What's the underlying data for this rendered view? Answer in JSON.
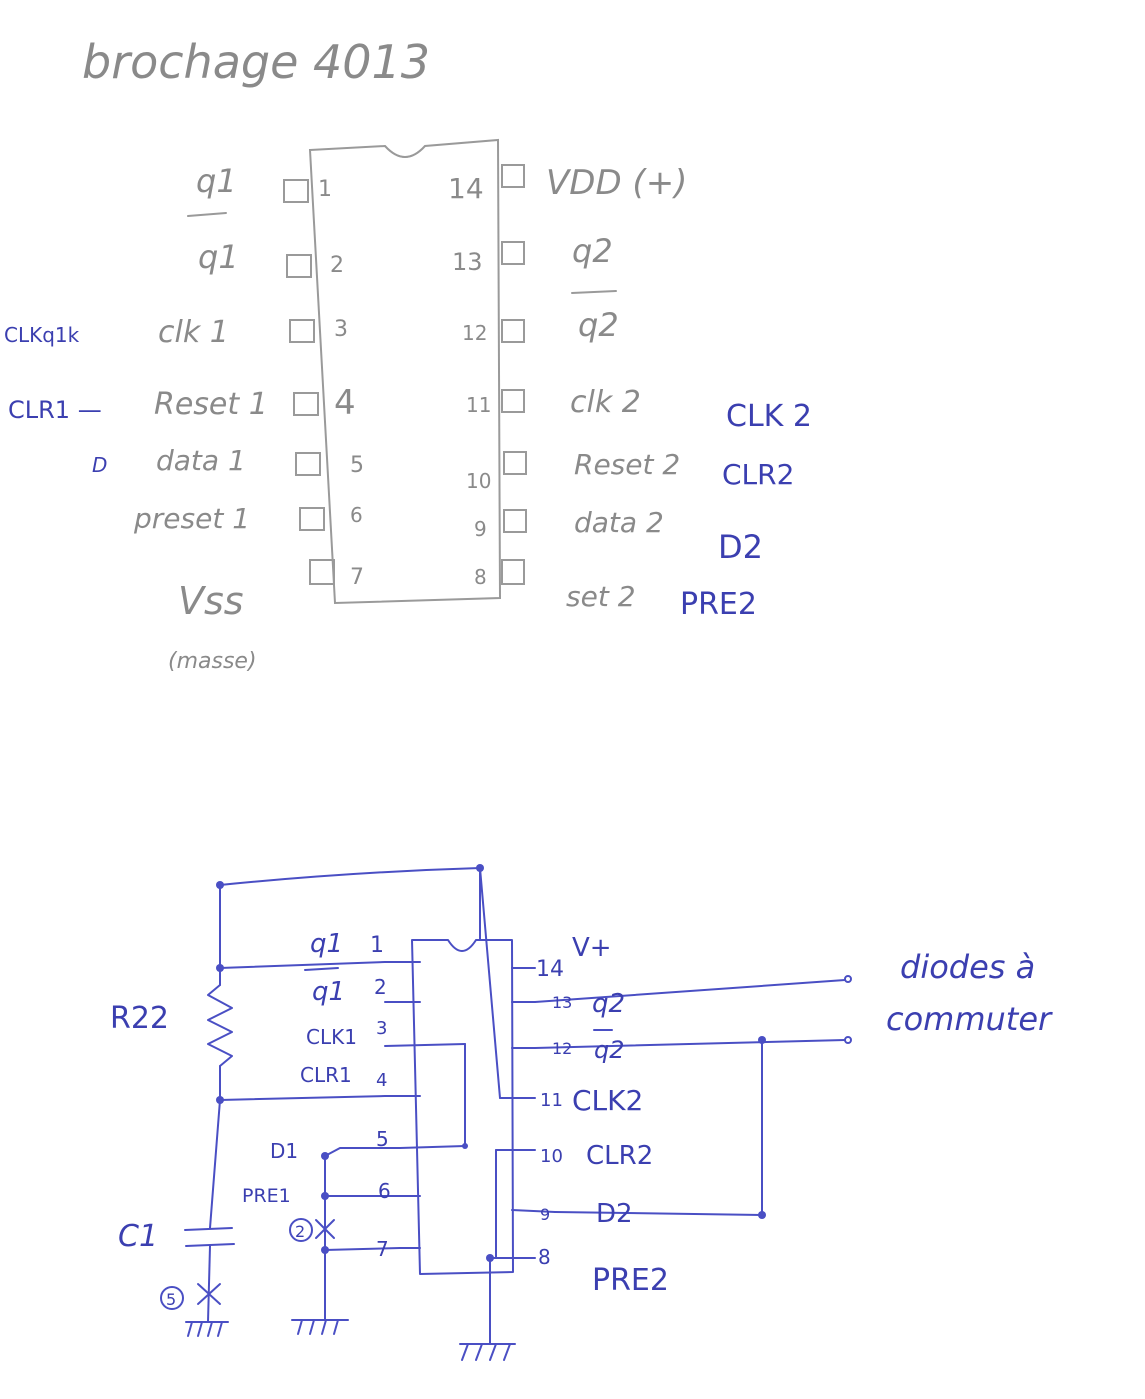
{
  "title": "brochage 4013",
  "pinout": {
    "left_pins": [
      {
        "num": "1",
        "name": "q1"
      },
      {
        "num": "2",
        "name": "q1"
      },
      {
        "num": "3",
        "name": "clk 1"
      },
      {
        "num": "4",
        "name": "Reset 1"
      },
      {
        "num": "5",
        "name": "data 1"
      },
      {
        "num": "6",
        "name": "preset 1"
      },
      {
        "num": "7",
        "name": ""
      }
    ],
    "right_pins": [
      {
        "num": "14",
        "name": "VDD (+)"
      },
      {
        "num": "13",
        "name": "q2"
      },
      {
        "num": "12",
        "name": "q2"
      },
      {
        "num": "11",
        "name": "clk 2"
      },
      {
        "num": "10",
        "name": "Reset 2"
      },
      {
        "num": "9",
        "name": "data 2"
      },
      {
        "num": "8",
        "name": "set 2"
      }
    ],
    "left_notes": [
      "CLKq1k",
      "CLR1 —",
      "D"
    ],
    "right_notes": [
      "CLK 2",
      "CLR2",
      "D2",
      "PRE2"
    ],
    "vss": "Vss",
    "vss_note": "(masse)"
  },
  "schematic": {
    "left_pins": [
      {
        "num": "1",
        "name": "q1"
      },
      {
        "num": "2",
        "name": "q1"
      },
      {
        "num": "3",
        "name": "CLK1"
      },
      {
        "num": "4",
        "name": "CLR1"
      },
      {
        "num": "5",
        "name": "D1"
      },
      {
        "num": "6",
        "name": "PRE1"
      },
      {
        "num": "7",
        "name": ""
      }
    ],
    "right_pins": [
      {
        "num": "14",
        "name": "V+"
      },
      {
        "num": "13",
        "name": "q2"
      },
      {
        "num": "12",
        "name": "q2"
      },
      {
        "num": "11",
        "name": "CLK2"
      },
      {
        "num": "10",
        "name": "CLR2"
      },
      {
        "num": "9",
        "name": "D2"
      },
      {
        "num": "8",
        "name": "PRE2"
      }
    ],
    "resistor": "R22",
    "capacitor": "C1",
    "marker_c": "5",
    "marker_pre": "2",
    "diodes_note_line1": "diodes à",
    "diodes_note_line2": "commuter"
  }
}
